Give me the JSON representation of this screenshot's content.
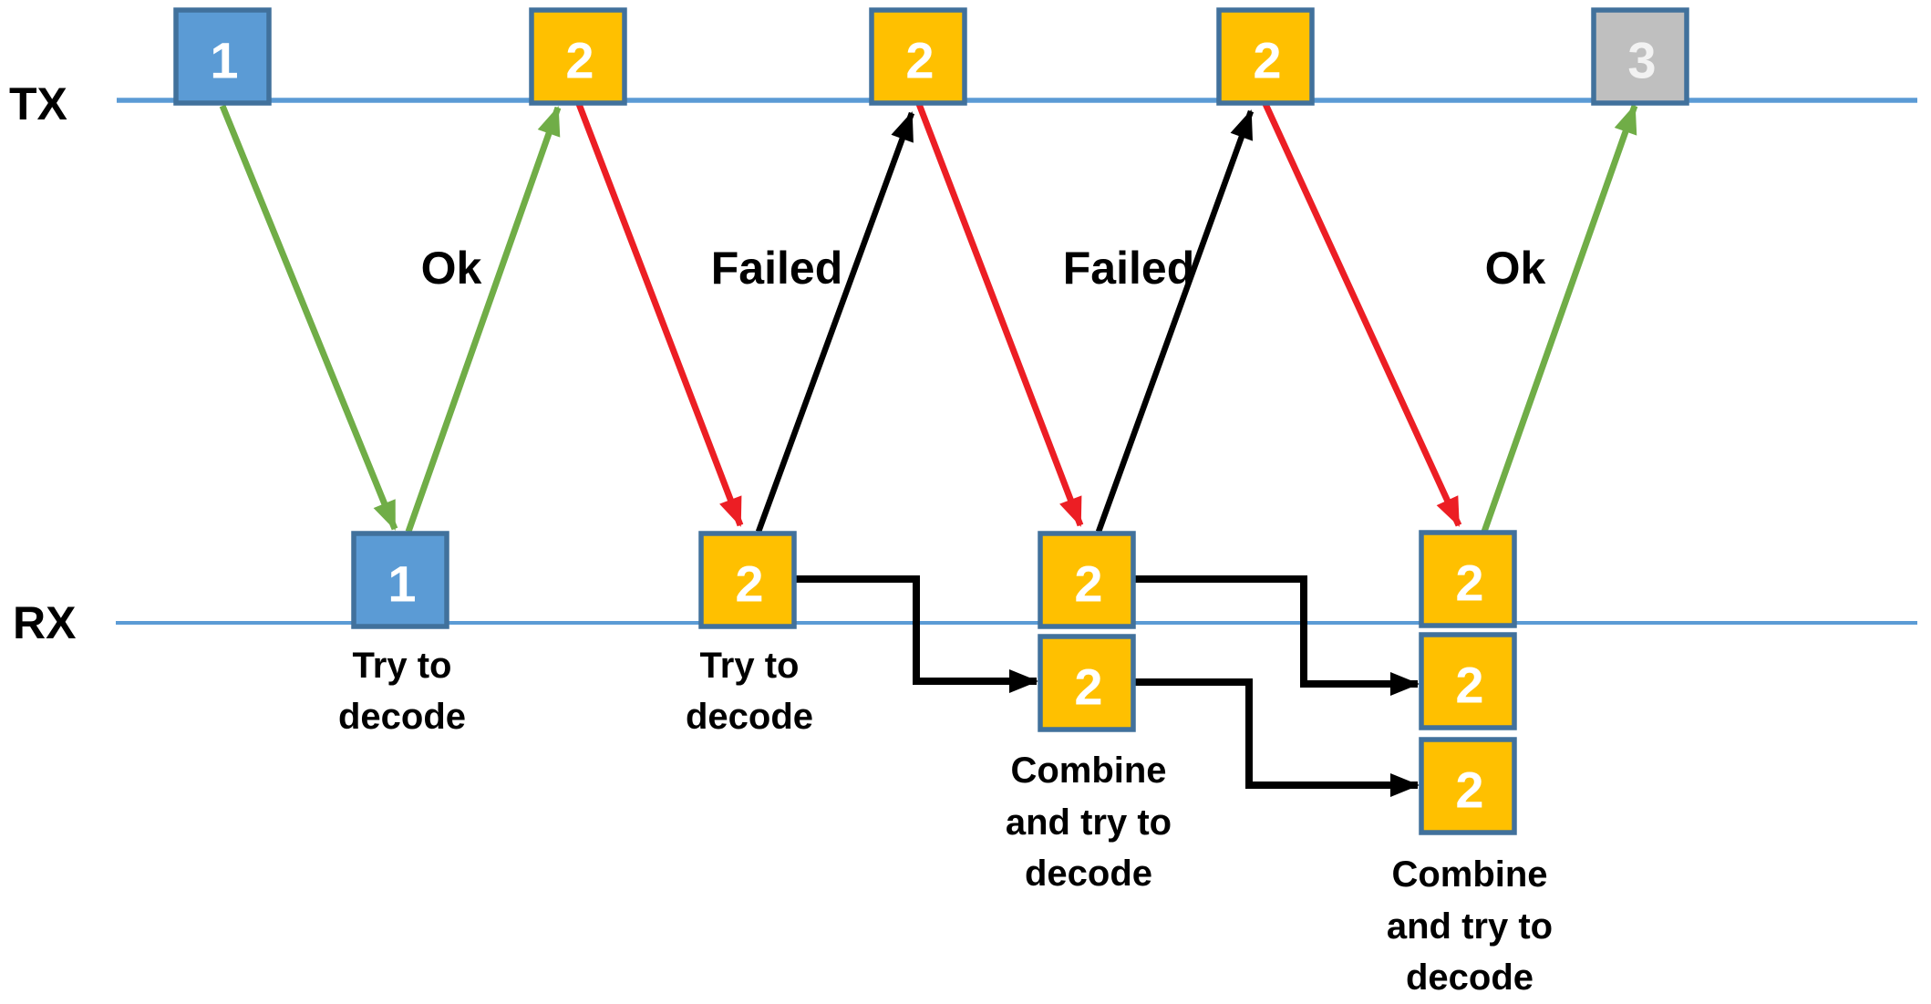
{
  "colors": {
    "timeline": "#5B9BD5",
    "blue_box": "#5B9BD5",
    "orange_box": "#FFC000",
    "gray_box": "#BFBFBF",
    "box_border": "#41719C",
    "green": "#70AD47",
    "red": "#EC1E24",
    "black": "#000000",
    "box_number": "#FFFFFF",
    "gray_box_number": "#F2F2F2"
  },
  "lanes": {
    "tx_label": "TX",
    "rx_label": "RX"
  },
  "tx_packets": [
    {
      "label": "1",
      "color": "blue"
    },
    {
      "label": "2",
      "color": "orange"
    },
    {
      "label": "2",
      "color": "orange"
    },
    {
      "label": "2",
      "color": "orange"
    },
    {
      "label": "3",
      "color": "gray"
    }
  ],
  "feedback": [
    {
      "label": "Ok"
    },
    {
      "label": "Failed"
    },
    {
      "label": "Failed"
    },
    {
      "label": "Ok"
    }
  ],
  "rx_events": [
    {
      "boxes": [
        "1"
      ],
      "note_lines": [
        "Try to",
        "decode"
      ]
    },
    {
      "boxes": [
        "2"
      ],
      "note_lines": [
        "Try to",
        "decode"
      ]
    },
    {
      "boxes": [
        "2",
        "2"
      ],
      "note_lines": [
        "Combine",
        "and try to",
        "decode"
      ]
    },
    {
      "boxes": [
        "2",
        "2",
        "2"
      ],
      "note_lines": [
        "Combine",
        "and try to",
        "decode"
      ]
    }
  ]
}
